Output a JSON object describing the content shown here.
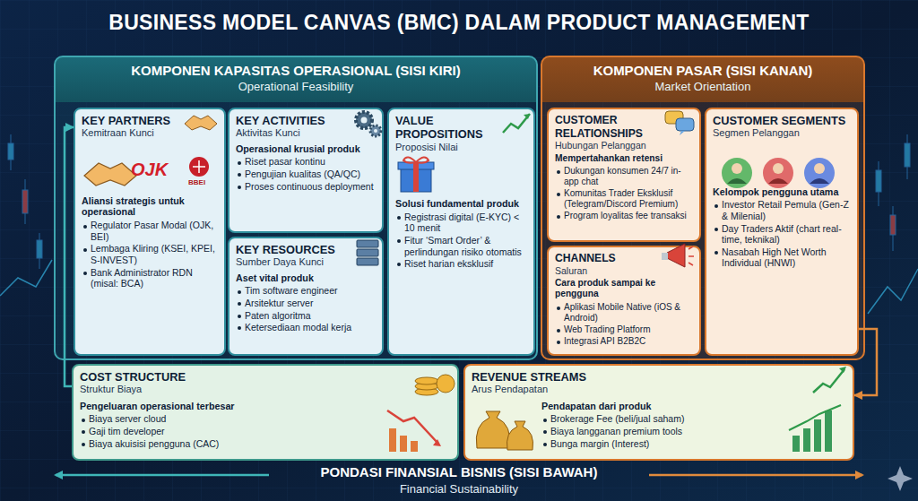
{
  "diagram": {
    "title": "BUSINESS MODEL CANVAS (BMC) DALAM PRODUCT MANAGEMENT",
    "nodes": [
      {
        "text": [
          "KOMPONEN KAPASITAS OPERASIONAL (SISI KIRI)",
          "Operational Feasibility"
        ]
      },
      {
        "text": [
          "KEY PARTNERS",
          "Kemitraan Kunci",
          "Aliansi strategis untuk operasional",
          "Regulator Pasar Modal (OJK, BEI)",
          "Lembaga Kliring (KSEI, KPEI, S-INVEST)",
          "Bank Administrator RDN (misal: BCA)"
        ],
        "in": 0
      },
      {
        "text": [
          "KEY ACTIVITIES",
          "Aktivitas Kunci",
          "Operasional krusial produk",
          "Riset pasar kontinu",
          "Pengujian kualitas (QA/QC)",
          "Proses continuous deployment"
        ],
        "in": 0
      },
      {
        "text": [
          "KEY RESOURCES",
          "Sumber Daya Kunci",
          "Aset vital produk",
          "Tim software engineer",
          "Arsitektur server",
          "Paten algoritma",
          "Ketersediaan modal kerja"
        ],
        "in": 0
      },
      {
        "text": [
          "VALUE PROPOSITIONS",
          "Proposisi Nilai",
          "Solusi fundamental produk",
          "Registrasi digital (E-KYC) < 10 menit",
          "Fitur ‘Smart Order’ & perlindungan risiko otomatis",
          "Riset harian eksklusif"
        ],
        "in": 0
      },
      {
        "text": [
          "KOMPONEN PASAR (SISI KANAN)",
          "Market Orientation"
        ]
      },
      {
        "text": [
          "CUSTOMER RELATIONSHIPS",
          "Hubungan Pelanggan",
          "Mempertahankan retensi",
          "Dukungan konsumen 24/7 in-app chat",
          "Komunitas Trader Eksklusif (Telegram/Discord Premium)",
          "Program loyalitas fee transaksi"
        ],
        "in": 5
      },
      {
        "text": [
          "CHANNELS",
          "Saluran",
          "Cara produk sampai ke pengguna",
          "Aplikasi Mobile Native (iOS & Android)",
          "Web Trading Platform",
          "Integrasi API B2B2C"
        ],
        "in": 5
      },
      {
        "text": [
          "CUSTOMER SEGMENTS",
          "Segmen Pelanggan",
          "Kelompok pengguna utama",
          "Investor Retail Pemula (Gen-Z & Milenial)",
          "Day Traders Aktif (chart real-time, teknikal)",
          "Nasabah High Net Worth Individual (HNWI)"
        ],
        "in": 5
      },
      {
        "text": [
          "COST STRUCTURE",
          "Struktur Biaya",
          "Pengeluaran operasional terbesar",
          "Biaya server cloud",
          "Gaji tim developer",
          "Biaya akuisisi pengguna (CAC)"
        ]
      },
      {
        "text": [
          "REVENUE STREAMS",
          "Arus Pendapatan",
          "Pendapatan dari produk",
          "Brokerage Fee (beli/jual saham)",
          "Biaya langganan premium tools",
          "Bunga margin (Interest)"
        ]
      }
    ],
    "edges": [
      {
        "from": 9,
        "to": 1,
        "arrow": "to"
      },
      {
        "from": 8,
        "to": 10,
        "arrow": "to"
      }
    ],
    "labels": [
      "OJK",
      "BBEI",
      "PONDASI FINANSIAL BISNIS (SISI BAWAH)",
      "Financial Sustainability"
    ]
  }
}
